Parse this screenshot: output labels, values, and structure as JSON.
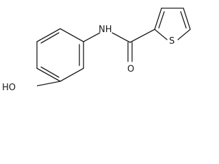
{
  "labels": {
    "nh": "NH",
    "oxygen": "O",
    "sulfur": "S",
    "hydroxyl": "HO"
  },
  "colors": {
    "ink": "#1a1a1a",
    "background": "#ffffff"
  }
}
